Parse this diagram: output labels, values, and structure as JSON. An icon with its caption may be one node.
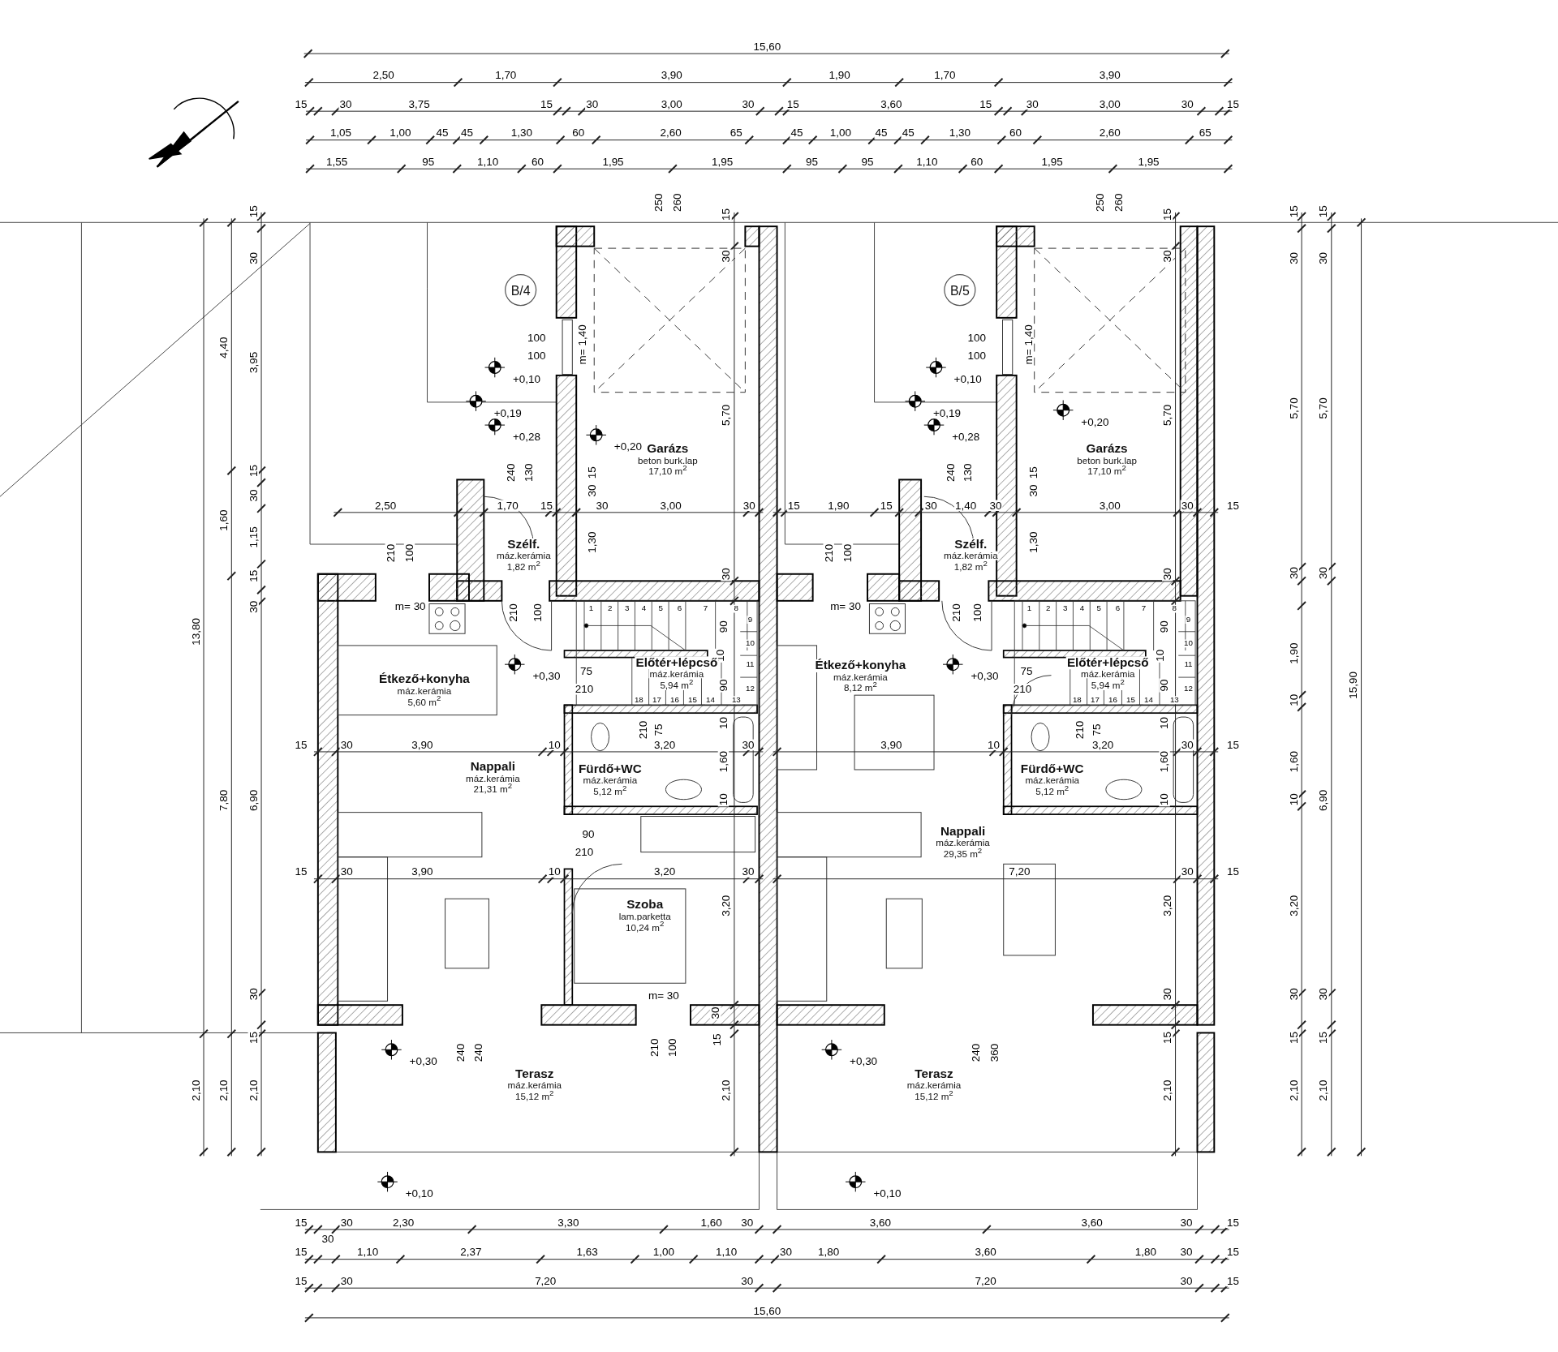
{
  "diagram": {
    "nodes": [
      {
        "text": [
          "B/4"
        ]
      },
      {
        "text": [
          "Garázs",
          "beton burk.lap",
          "17,10 m$^{2}$"
        ]
      },
      {
        "text": [
          "Szélf.",
          "máz.kerámia",
          "1,82 m$^{2}$"
        ]
      },
      {
        "text": [
          "Étkező+konyha",
          "máz.kerámia",
          "5,60 m$^{2}$"
        ]
      },
      {
        "text": [
          "Előtér+lépcső",
          "máz.kerámia",
          "5,94 m$^{2}$"
        ]
      },
      {
        "text": [
          "Nappali",
          "máz.kerámia",
          "21,31 m$^{2}$"
        ]
      },
      {
        "text": [
          "Fürdő+WC",
          "máz.kerámia",
          "5,12 m$^{2}$"
        ]
      },
      {
        "text": [
          "Szoba",
          "lam.parketta",
          "10,24 m$^{2}$"
        ]
      },
      {
        "text": [
          "Terasz",
          "máz.kerámia",
          "15,12 m$^{2}$"
        ]
      },
      {
        "text": [
          "B/5"
        ]
      },
      {
        "text": [
          "Garázs",
          "beton burk.lap",
          "17,10 m$^{2}$"
        ]
      },
      {
        "text": [
          "Szélf.",
          "máz.kerámia",
          "1,82 m$^{2}$"
        ]
      },
      {
        "text": [
          "Étkező+konyha",
          "máz.kerámia",
          "8,12 m$^{2}$"
        ]
      },
      {
        "text": [
          "Előtér+lépcső",
          "máz.kerámia",
          "5,94 m$^{2}$"
        ]
      },
      {
        "text": [
          "Fürdő+WC",
          "máz.kerámia",
          "5,12 m$^{2}$"
        ]
      },
      {
        "text": [
          "Nappali",
          "máz.kerámia",
          "29,35 m$^{2}$"
        ]
      },
      {
        "text": [
          "Terasz",
          "máz.kerámia",
          "15,12 m$^{2}$"
        ]
      }
    ],
    "labels": [
      "15,60",
      "2,50",
      "1,70",
      "3,90",
      "1,90",
      "1,70",
      "3,90",
      "15",
      "30",
      "3,75",
      "15",
      "30",
      "3,00",
      "30",
      "15",
      "3,60",
      "15",
      "30",
      "3,00",
      "30",
      "15",
      "1,05",
      "1,00",
      "45",
      "45",
      "1,30",
      "60",
      "2,60",
      "65",
      "45",
      "1,00",
      "45",
      "45",
      "1,30",
      "60",
      "2,60",
      "65",
      "1,55",
      "95",
      "1,10",
      "60",
      "1,95",
      "1,95",
      "95",
      "95",
      "1,10",
      "60",
      "1,95",
      "1,95",
      "250",
      "260",
      "250",
      "260",
      "15",
      "30",
      "3,95",
      "15",
      "30",
      "1,15",
      "15",
      "30",
      "6,90",
      "30",
      "15",
      "2,10",
      "4,40",
      "1,60",
      "7,80",
      "2,10",
      "13,80",
      "2,10",
      "15",
      "30",
      "5,70",
      "30",
      "1,90",
      "10",
      "1,60",
      "10",
      "3,20",
      "30",
      "15",
      "2,10",
      "15",
      "30",
      "5,70",
      "30",
      "6,90",
      "30",
      "15",
      "2,10",
      "15,90",
      "15",
      "30",
      "100",
      "100",
      "m= 1,40",
      "+0,10",
      "+0,19",
      "+0,28",
      "+0,20",
      "5,70",
      "240",
      "130",
      "15",
      "30",
      "2,50",
      "1,70",
      "15",
      "30",
      "3,00",
      "30",
      "210",
      "100",
      "1,30",
      "30",
      "m= 30",
      "210",
      "100",
      "1",
      "2",
      "3",
      "4",
      "5",
      "6",
      "7",
      "8",
      "9",
      "10",
      "11",
      "12",
      "18",
      "17",
      "16",
      "15",
      "14",
      "13",
      "90",
      "10",
      "90",
      "+0,30",
      "75",
      "210",
      "210",
      "75",
      "10",
      "15",
      "30",
      "3,90",
      "10",
      "3,20",
      "30",
      "1,60",
      "10",
      "90",
      "210",
      "15",
      "30",
      "3,90",
      "10",
      "3,20",
      "30",
      "3,20",
      "m= 30",
      "30",
      "15",
      "+0,30",
      "240",
      "240",
      "210",
      "100",
      "2,10",
      "+0,10",
      "15",
      "30",
      "100",
      "100",
      "m= 1,40",
      "+0,10",
      "+0,19",
      "+0,28",
      "+0,20",
      "5,70",
      "240",
      "130",
      "15",
      "30",
      "15",
      "1,90",
      "15",
      "30",
      "1,40",
      "30",
      "3,00",
      "30",
      "15",
      "210",
      "100",
      "1,30",
      "30",
      "m= 30",
      "210",
      "100",
      "1",
      "2",
      "3",
      "4",
      "5",
      "6",
      "7",
      "8",
      "9",
      "10",
      "11",
      "12",
      "18",
      "17",
      "16",
      "15",
      "14",
      "13",
      "90",
      "10",
      "90",
      "+0,30",
      "75",
      "210",
      "210",
      "75",
      "10",
      "3,90",
      "10",
      "3,20",
      "30",
      "15",
      "1,60",
      "10",
      "7,20",
      "30",
      "15",
      "3,20",
      "30",
      "15",
      "+0,30",
      "240",
      "360",
      "2,10",
      "+0,10",
      "15",
      "30",
      "2,30",
      "3,30",
      "1,60",
      "30",
      "3,60",
      "3,60",
      "30",
      "15",
      "30",
      "15",
      "1,10",
      "2,37",
      "1,63",
      "1,00",
      "1,10",
      "30",
      "1,80",
      "3,60",
      "1,80",
      "30",
      "15",
      "15",
      "30",
      "7,20",
      "30",
      "7,20",
      "30",
      "15",
      "15,60"
    ]
  }
}
